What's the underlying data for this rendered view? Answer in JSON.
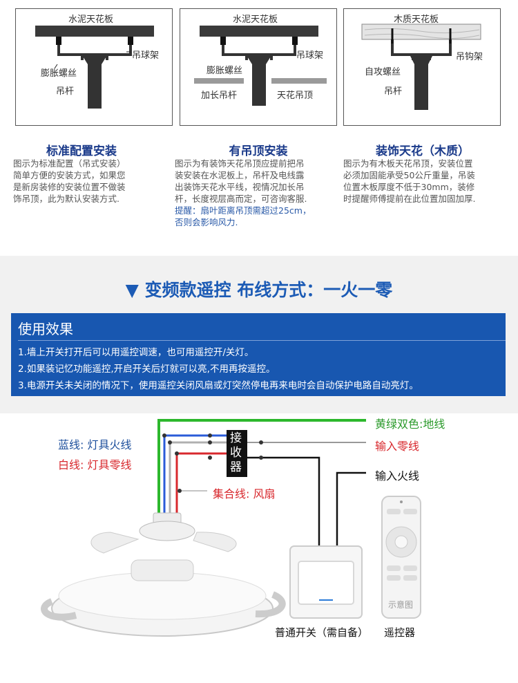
{
  "install": [
    {
      "ceiling_label": "水泥天花板",
      "part_labels": [
        "吊球架",
        "膨胀螺丝",
        "吊杆"
      ],
      "title": "标准配置安装",
      "desc": [
        "图示为标准配置（吊式安装）",
        "简单方便的安装方式，如果您",
        "是新房装修的安装位置不做装",
        "饰吊顶，此为默认安装方式."
      ]
    },
    {
      "ceiling_label": "水泥天花板",
      "part_labels": [
        "吊球架",
        "膨胀螺丝",
        "加长吊杆",
        "天花吊顶"
      ],
      "title": "有吊顶安装",
      "desc": [
        "图示为有装饰天花吊顶应提前把吊",
        "装安装在水泥板上，吊杆及电线露",
        "出装饰天花水平线，视情况加长吊",
        "杆，长度视层高而定，可咨询客服."
      ],
      "tip": [
        "提醒：扇叶距离吊顶需超过25cm，",
        "否则会影响风力."
      ]
    },
    {
      "ceiling_label": "木质天花板",
      "part_labels": [
        "吊钩架",
        "自攻螺丝",
        "吊杆"
      ],
      "title": "装饰天花（木质）",
      "desc": [
        "图示为有木板天花吊顶，安装位置",
        "必须加固能承受50公斤重量，吊装",
        "位置木板厚度不低于30mm，装修",
        "时提醒师傅提前在此位置加固加厚."
      ]
    }
  ],
  "section_title": "▼ 变频款遥控 布线方式：一火一零",
  "effects": {
    "title": "使用效果",
    "lines": [
      "1.墙上开关打开后可以用遥控调速，也可用遥控开/关灯。",
      "2.如果装记忆功能遥控,开启开关后灯就可以亮,不用再按遥控。",
      "3.电源开关未关闭的情况下，使用遥控关闭风扇或灯突然停电再来电时会自动保护电路自动亮灯。"
    ]
  },
  "wiring": {
    "receiver": "接收器",
    "ground": "黄绿双色:地线",
    "neutral_in": "输入零线",
    "live_in": "输入火线",
    "blue_wire": "蓝线: 灯具火线",
    "white_wire": "白线: 灯具零线",
    "bundle": "集合线: 风扇",
    "switch": "普通开关（需自备）",
    "remote": "遥控器",
    "remote_note": "示意图"
  },
  "colors": {
    "title_blue": "#1c5bb5",
    "green_wire": "#2db82d",
    "red_text": "#d8282d",
    "blue_text": "#1d4f9c"
  }
}
